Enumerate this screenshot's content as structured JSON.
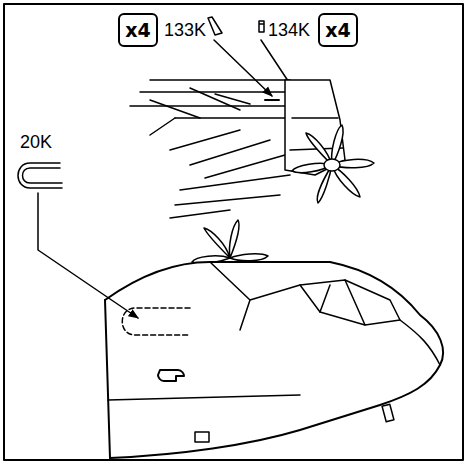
{
  "diagram": {
    "nodes": [
      {
        "text": [
          "x4"
        ]
      },
      {
        "text": [
          "x4"
        ]
      }
    ],
    "labels": [
      "133K",
      "134K",
      "20K"
    ]
  }
}
